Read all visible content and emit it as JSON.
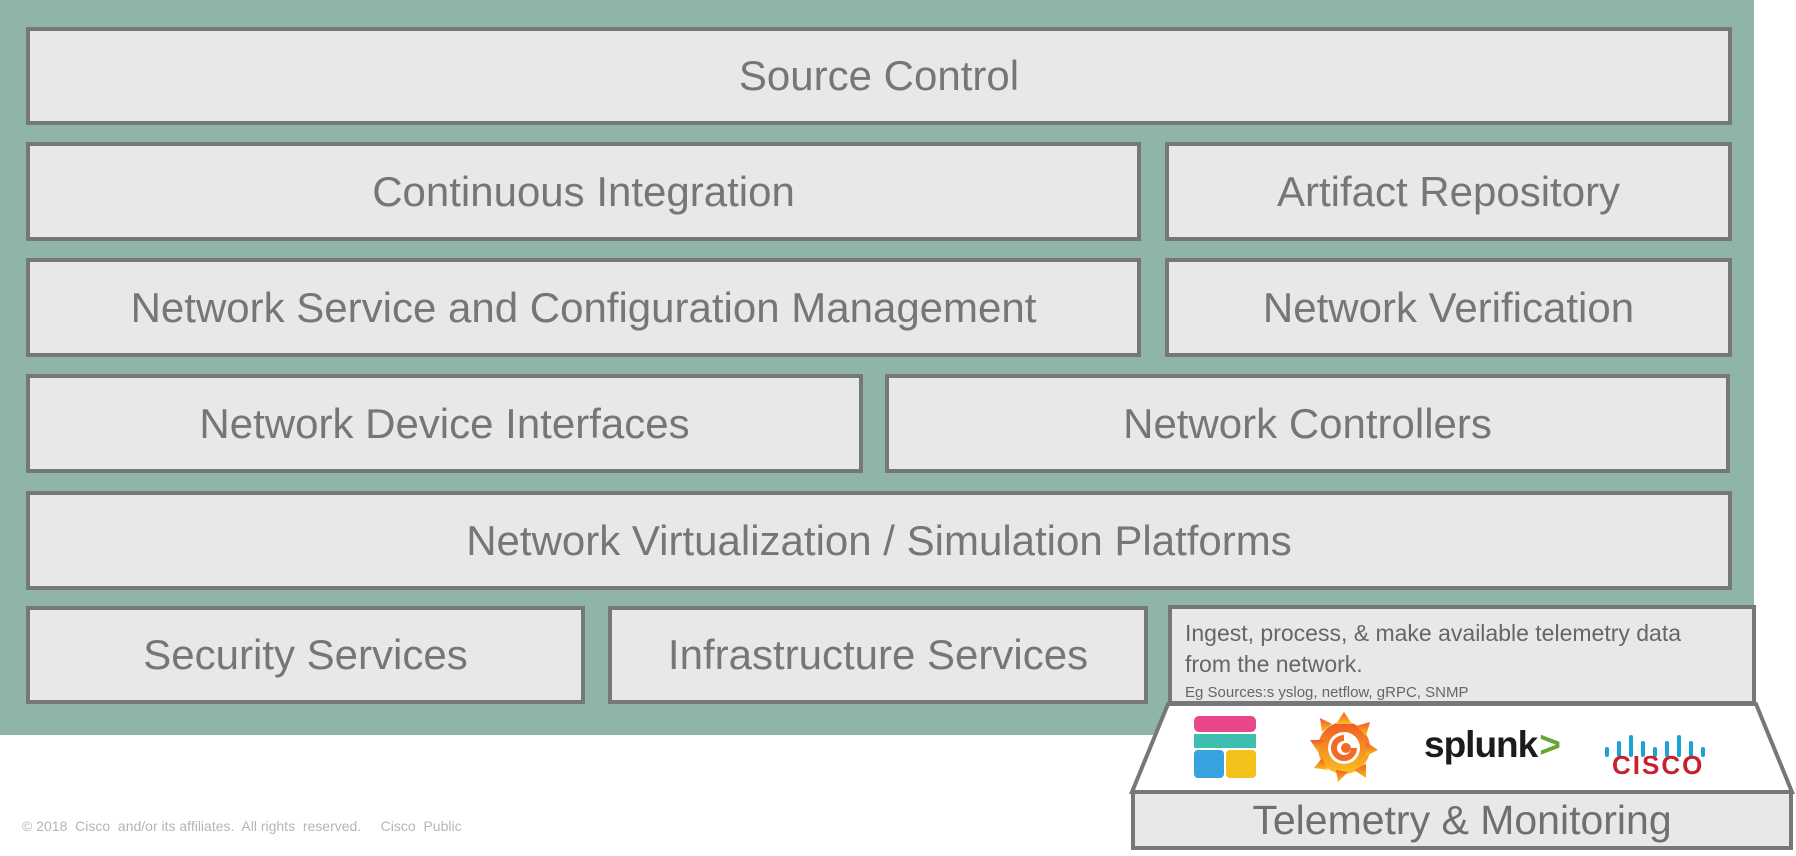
{
  "blocks": {
    "source_control": "Source Control",
    "continuous_integration": "Continuous Integration",
    "artifact_repository": "Artifact Repository",
    "config_management": "Network Service and Configuration Management",
    "network_verification": "Network Verification",
    "device_interfaces": "Network Device Interfaces",
    "network_controllers": "Network Controllers",
    "virtualization": "Network Virtualization / Simulation Platforms",
    "security_services": "Security Services",
    "infrastructure_services": "Infrastructure Services"
  },
  "telemetry": {
    "description_line1": "Ingest, process, & make available telemetry data",
    "description_line2": "from the network.",
    "sources": "Eg Sources:s yslog, netflow, gRPC, SNMP",
    "label": "Telemetry & Monitoring",
    "logos": [
      "elastic-logo",
      "grafana-logo",
      "splunk-logo",
      "cisco-logo"
    ],
    "splunk_text": "splunk",
    "splunk_chevron": ">",
    "cisco_text": "CISCO"
  },
  "footer": "© 2018  Cisco  and/or its affiliates.  All rights  reserved.     Cisco  Public",
  "colors": {
    "background": "#8fb5ab",
    "box_fill": "#e8e8e8",
    "box_border": "#777777",
    "text": "#767676",
    "cisco_red": "#c8202f",
    "splunk_green": "#65a637"
  }
}
